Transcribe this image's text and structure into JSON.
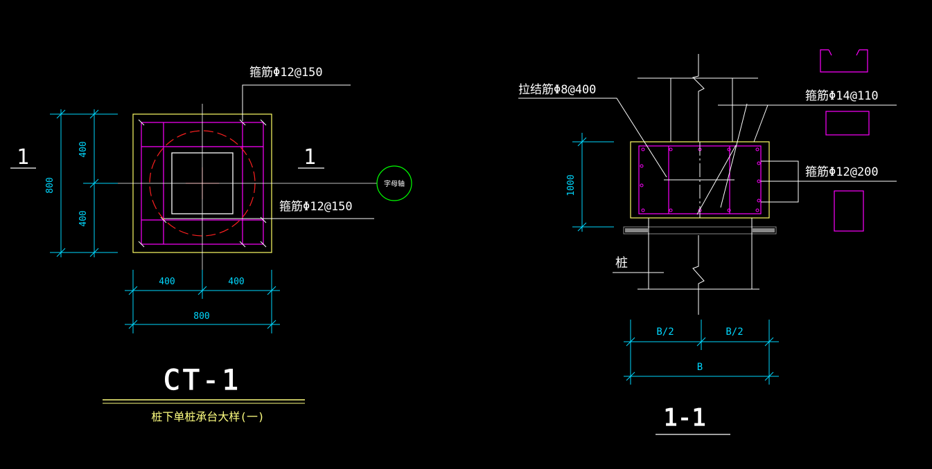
{
  "left_detail": {
    "section_mark_left": "1",
    "section_mark_right": "1",
    "rebar_top": "箍筋Φ12@150",
    "rebar_mid": "箍筋Φ12@150",
    "axis_label": "字母轴",
    "dim_left_total": "800",
    "dim_left_upper": "400",
    "dim_left_lower": "400",
    "dim_bottom_left": "400",
    "dim_bottom_right": "400",
    "dim_bottom_total": "800",
    "title": "CT-1",
    "subtitle": "桩下单桩承台大样(一)"
  },
  "right_detail": {
    "tie_bar": "拉结筋Φ8@400",
    "stirrup_14": "箍筋Φ14@110",
    "stirrup_12": "箍筋Φ12@200",
    "height_dim": "1000",
    "pile_label": "桩",
    "dim_half_left": "B/2",
    "dim_half_right": "B/2",
    "dim_total": "B",
    "section_title": "1-1"
  },
  "colors": {
    "background": "#000000",
    "outline": "#ffff66",
    "rebar": "#ff00ff",
    "dimension": "#00d8ff",
    "pile_circle": "#ff2020",
    "axis_circle": "#00ff00",
    "text": "#ffffff"
  }
}
